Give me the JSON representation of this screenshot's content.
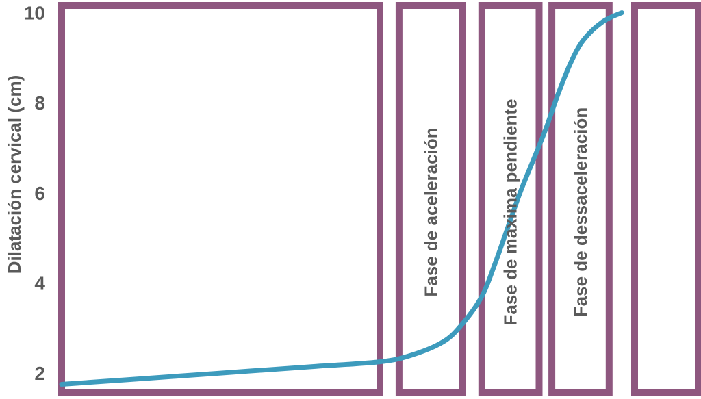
{
  "chart_data": {
    "type": "line",
    "ylabel": "Dilatación cervical (cm)",
    "xlabel": "",
    "ylim": [
      1.5,
      10.1
    ],
    "yticks": [
      2,
      4,
      6,
      8,
      10
    ],
    "xlim": [
      0,
      10
    ],
    "grid": false,
    "series": [
      {
        "x": [
          0.0,
          1.0,
          2.0,
          3.0,
          4.0,
          5.0,
          5.5,
          6.0,
          6.3,
          6.6,
          6.8,
          7.0,
          7.2,
          7.4,
          7.6,
          7.8,
          8.0,
          8.2,
          8.5,
          8.8
        ],
        "y": [
          1.75,
          1.85,
          1.95,
          2.05,
          2.15,
          2.25,
          2.4,
          2.7,
          3.1,
          3.7,
          4.4,
          5.2,
          6.0,
          6.7,
          7.4,
          8.2,
          8.9,
          9.4,
          9.8,
          10.0
        ]
      }
    ],
    "phases": [
      {
        "label": "",
        "x_start": 0.0,
        "x_end": 5.0
      },
      {
        "label": "Fase de aceleración",
        "x_start": 5.3,
        "x_end": 6.3
      },
      {
        "label": "Fase  de maxima pendiente",
        "x_start": 6.6,
        "x_end": 7.5
      },
      {
        "label": "Fase  de dessaceleración",
        "x_start": 7.7,
        "x_end": 8.6
      },
      {
        "label": "",
        "x_start": 9.0,
        "x_end": 10.0
      }
    ]
  },
  "colors": {
    "curve": "#3d9bbd",
    "boxes": "#8e577f",
    "text": "#5a5a5a"
  }
}
